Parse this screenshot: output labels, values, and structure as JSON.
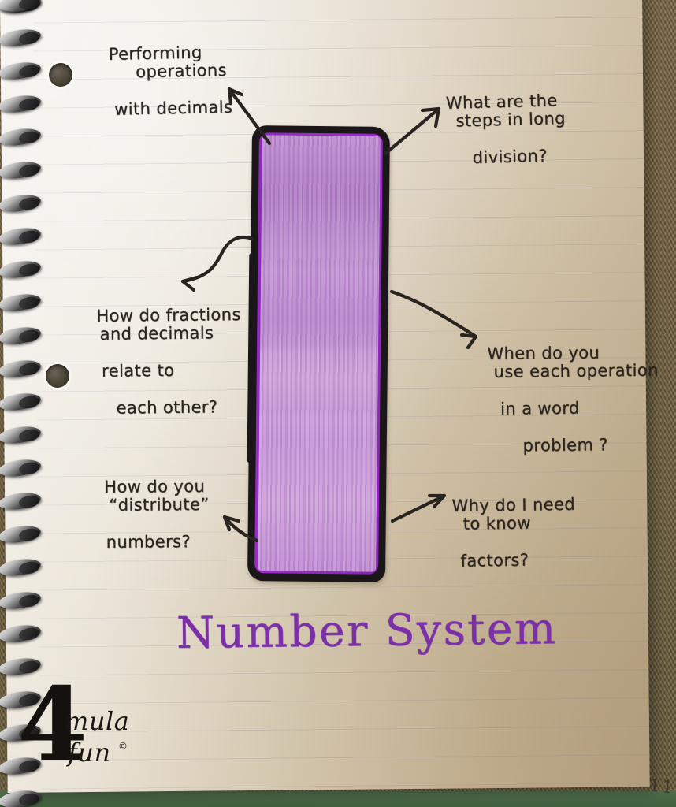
{
  "page": {
    "title": "Number System",
    "page_number": "11",
    "medium": "spiral notebook page, handwritten interactive math notebook",
    "colors": {
      "marker_purple_border": "#8d27bd",
      "marker_purple_fill": "#c79ad6",
      "title_purple": "#7b2fa8",
      "ink_black": "#2a2420",
      "paper": "#ece5d8",
      "backdrop": "#7d6945"
    }
  },
  "notes": [
    {
      "id": "note-performing-operations",
      "lines": [
        "Performing",
        "operations",
        "with decimals"
      ],
      "arrow": "arrow-to-decimals"
    },
    {
      "id": "note-long-division",
      "lines": [
        "What are the",
        "steps in long",
        "division?"
      ],
      "arrow": "arrow-to-long-division"
    },
    {
      "id": "note-fractions-decimals",
      "lines": [
        "How do fractions",
        "and decimals",
        "relate to",
        "each other?"
      ],
      "arrow": "arrow-curvy-to-fractions"
    },
    {
      "id": "note-word-problem",
      "lines": [
        "When do you",
        "use each operation",
        "in a word",
        "problem ?"
      ],
      "arrow": "arrow-to-word-problem"
    },
    {
      "id": "note-distribute",
      "lines": [
        "How do you",
        "“distribute”",
        "numbers?"
      ],
      "arrow": "arrow-to-distribute"
    },
    {
      "id": "note-factors",
      "lines": [
        "Why do I need",
        "to know",
        "factors?"
      ],
      "arrow": "arrow-to-factors"
    }
  ],
  "logo": {
    "numeral": "4",
    "word_top": "mula",
    "word_bottom": "fun",
    "copyright": "©"
  }
}
